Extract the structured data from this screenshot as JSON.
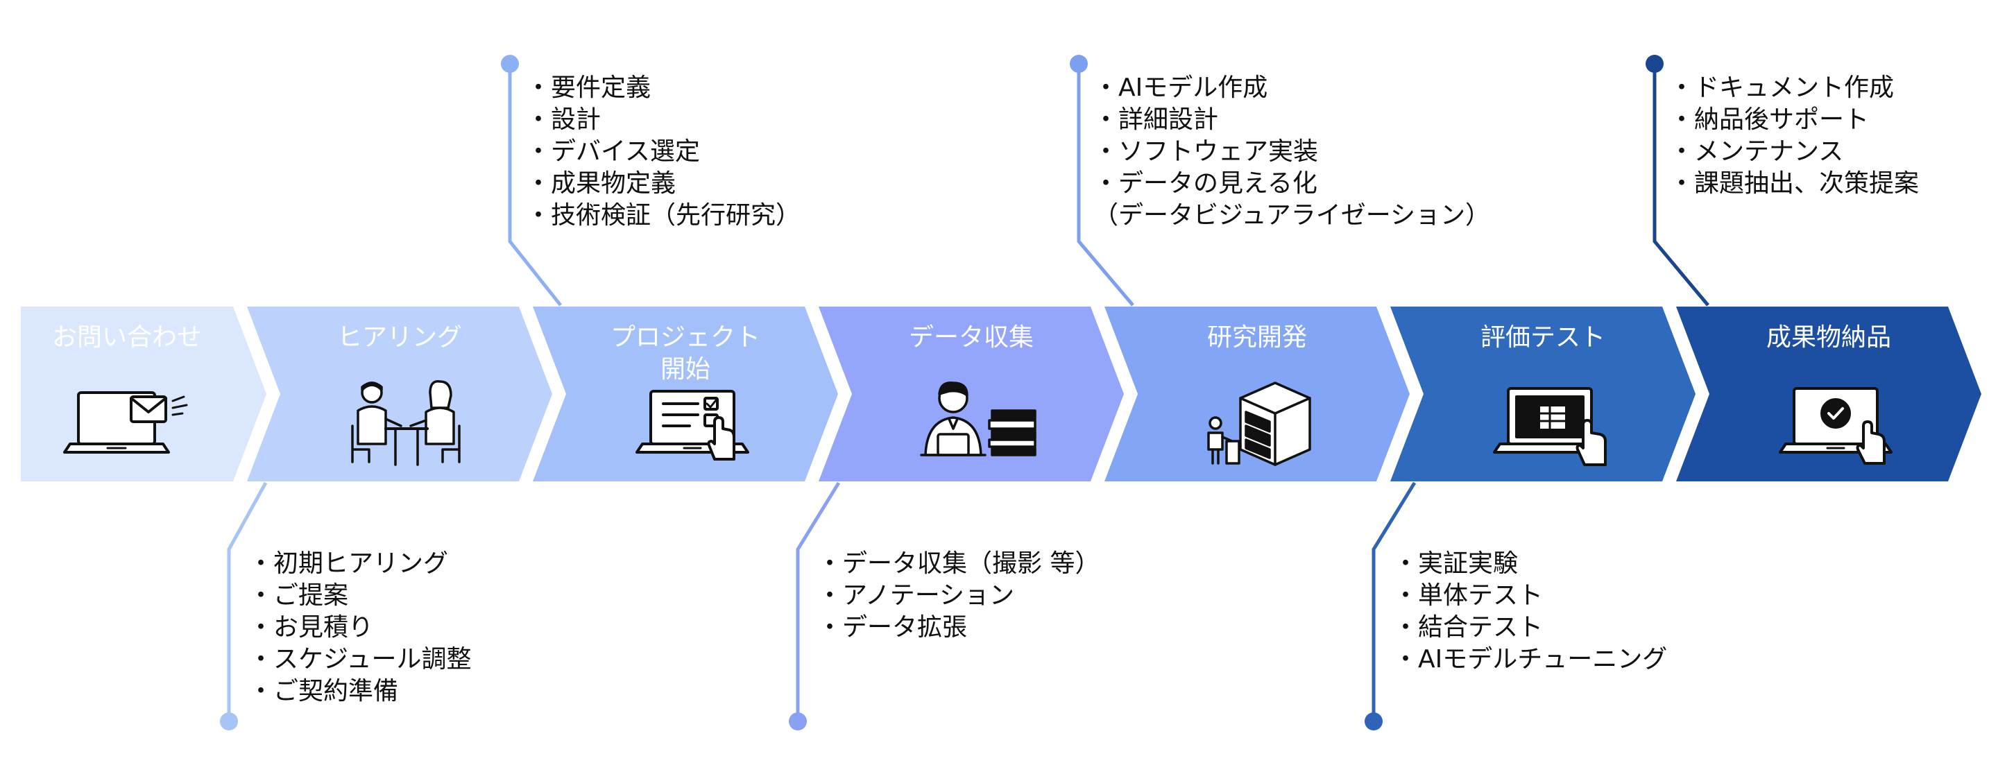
{
  "colors": {
    "step_fills": [
      "#dbe7fd",
      "#bcd2fc",
      "#a3c0fa",
      "#93a6fb",
      "#82a6f5",
      "#2f6abd",
      "#1c4ea1"
    ],
    "connectors": [
      "#a8c4f5",
      "#8cb0f3",
      "#8aa0f5",
      "#7d9ff0",
      "#2f63b5",
      "#1a4590"
    ]
  },
  "steps": [
    {
      "title": "お問い合わせ",
      "icon": "laptop-mail-icon"
    },
    {
      "title": "ヒアリング",
      "icon": "meeting-icon"
    },
    {
      "title": "プロジェクト\n開始",
      "icon": "laptop-checklist-icon"
    },
    {
      "title": "データ収集",
      "icon": "person-laptop-books-icon"
    },
    {
      "title": "研究開発",
      "icon": "server-person-icon"
    },
    {
      "title": "評価テスト",
      "icon": "laptop-touch-icon"
    },
    {
      "title": "成果物納品",
      "icon": "laptop-check-icon"
    }
  ],
  "callouts": {
    "hearing": [
      "・初期ヒアリング",
      "・ご提案",
      "・お見積り",
      "・スケジュール調整",
      "・ご契約準備"
    ],
    "project_start": [
      "・要件定義",
      "・設計",
      "・デバイス選定",
      "・成果物定義",
      "・技術検証（先行研究）"
    ],
    "data_collection": [
      "・データ収集（撮影 等）",
      "・アノテーション",
      "・データ拡張"
    ],
    "research": [
      "・AIモデル作成",
      "・詳細設計",
      "・ソフトウェア実装",
      "・データの見える化",
      "（データビジュアライゼーション）"
    ],
    "evaluation": [
      "・実証実験",
      "・単体テスト",
      "・結合テスト",
      "・AIモデルチューニング"
    ],
    "delivery": [
      "・ドキュメント作成",
      "・納品後サポート",
      "・メンテナンス",
      "・課題抽出、次策提案"
    ]
  }
}
